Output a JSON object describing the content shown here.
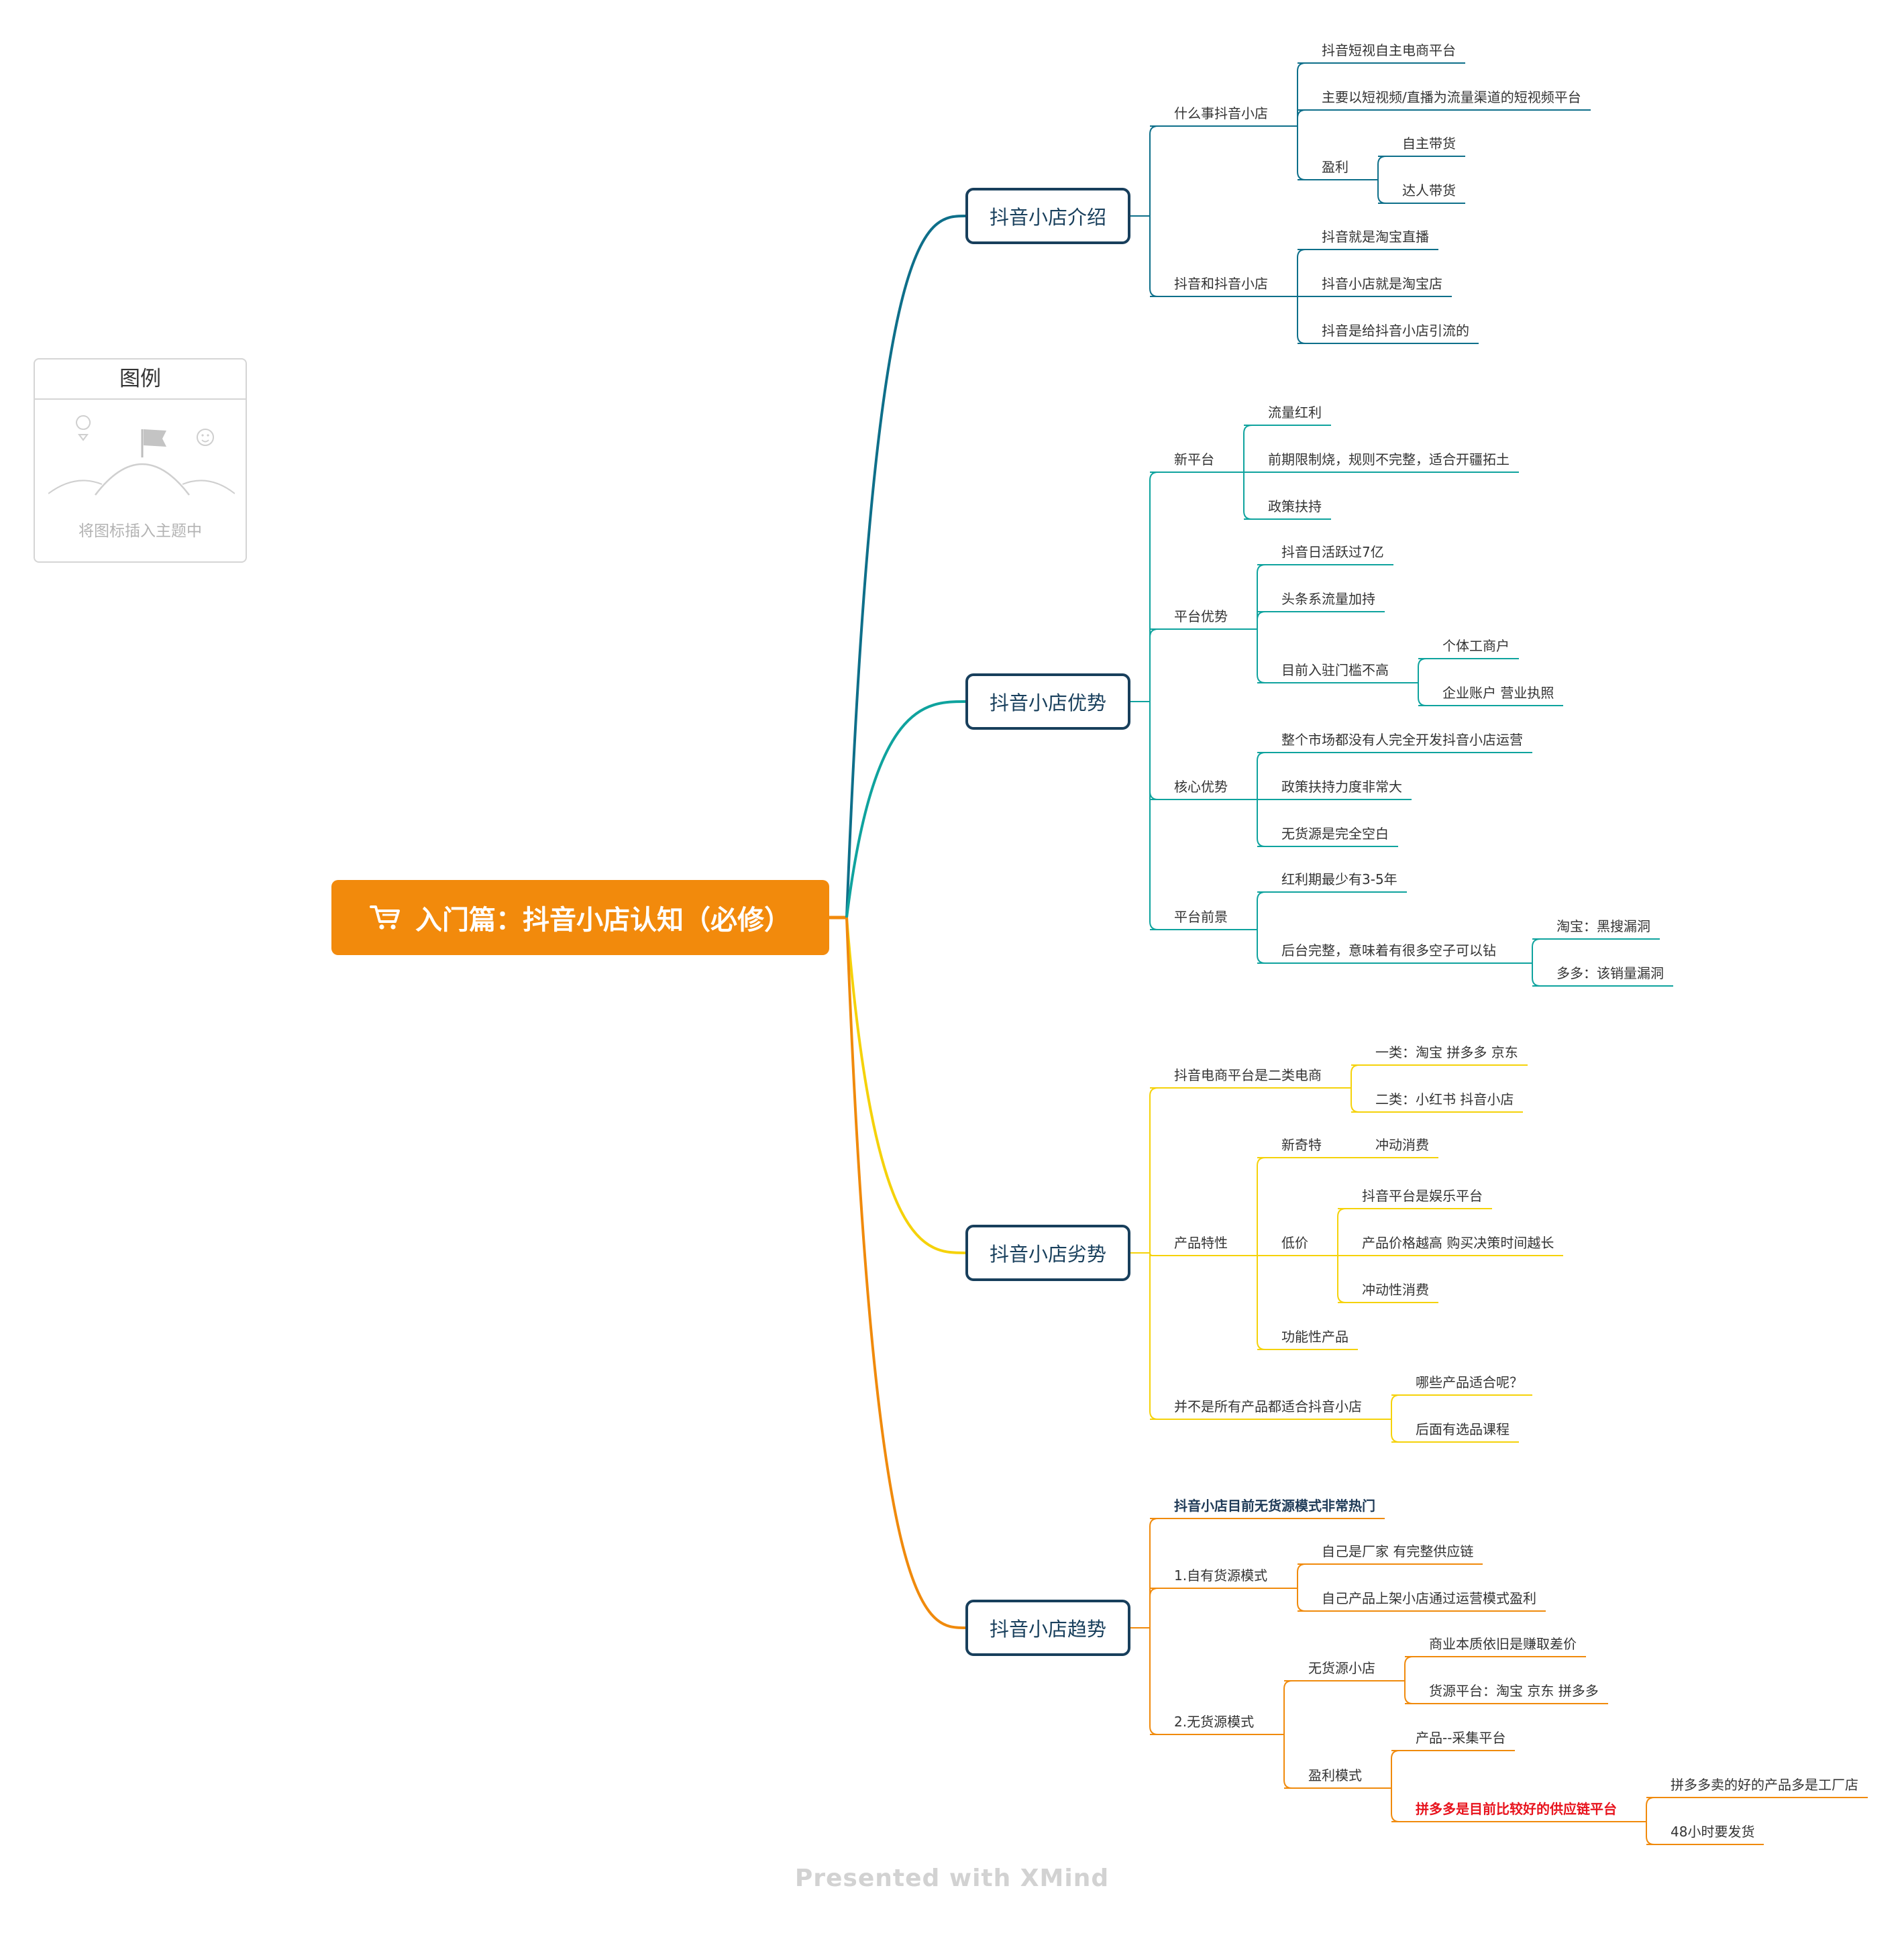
{
  "legend": {
    "title": "图例",
    "hint": "将图标插入主题中"
  },
  "watermark": "Presented with XMind",
  "root": {
    "label": "入门篇：抖音小店认知（必修）",
    "icon": "shopping-cart-icon",
    "color": "#f28a0c"
  },
  "branches": [
    {
      "label": "抖音小店介绍",
      "color": "#0e6f8a",
      "children": [
        {
          "label": "什么事抖音小店",
          "children": [
            {
              "label": "抖音短视自主电商平台"
            },
            {
              "label": "主要以短视频/直播为流量渠道的短视频平台"
            },
            {
              "label": "盈利",
              "children": [
                {
                  "label": "自主带货"
                },
                {
                  "label": "达人带货"
                }
              ]
            }
          ]
        },
        {
          "label": "抖音和抖音小店",
          "children": [
            {
              "label": "抖音就是淘宝直播"
            },
            {
              "label": "抖音小店就是淘宝店"
            },
            {
              "label": "抖音是给抖音小店引流的"
            }
          ]
        }
      ]
    },
    {
      "label": "抖音小店优势",
      "color": "#0fa39e",
      "children": [
        {
          "label": "新平台",
          "children": [
            {
              "label": "流量红利"
            },
            {
              "label": "前期限制烧，规则不完整，适合开疆拓土"
            },
            {
              "label": "政策扶持"
            }
          ]
        },
        {
          "label": "平台优势",
          "children": [
            {
              "label": "抖音日活跃过7亿"
            },
            {
              "label": "头条系流量加持"
            },
            {
              "label": "目前入驻门槛不高",
              "children": [
                {
                  "label": "个体工商户"
                },
                {
                  "label": "企业账户 营业执照"
                }
              ]
            }
          ]
        },
        {
          "label": "核心优势",
          "children": [
            {
              "label": "整个市场都没有人完全开发抖音小店运营"
            },
            {
              "label": "政策扶持力度非常大"
            },
            {
              "label": "无货源是完全空白"
            }
          ]
        },
        {
          "label": "平台前景",
          "children": [
            {
              "label": "红利期最少有3-5年"
            },
            {
              "label": "后台完整，意味着有很多空子可以钻",
              "children": [
                {
                  "label": "淘宝：黑搜漏洞"
                },
                {
                  "label": "多多：该销量漏洞"
                }
              ]
            }
          ]
        }
      ]
    },
    {
      "label": "抖音小店劣势",
      "color": "#f5d20a",
      "children": [
        {
          "label": "抖音电商平台是二类电商",
          "children": [
            {
              "label": "一类：淘宝 拼多多 京东"
            },
            {
              "label": "二类：小红书  抖音小店"
            }
          ]
        },
        {
          "label": "产品特性",
          "children": [
            {
              "label": "新奇特",
              "children": [
                {
                  "label": "冲动消费"
                }
              ]
            },
            {
              "label": "低价",
              "children": [
                {
                  "label": "抖音平台是娱乐平台"
                },
                {
                  "label": "产品价格越高  购买决策时间越长"
                },
                {
                  "label": "冲动性消费"
                }
              ]
            },
            {
              "label": "功能性产品"
            }
          ]
        },
        {
          "label": "并不是所有产品都适合抖音小店",
          "children": [
            {
              "label": "哪些产品适合呢？"
            },
            {
              "label": "后面有选品课程"
            }
          ]
        }
      ]
    },
    {
      "label": "抖音小店趋势",
      "color": "#f08a0c",
      "children": [
        {
          "label": "抖音小店目前无货源模式非常热门",
          "style": "bold"
        },
        {
          "label": "1.自有货源模式",
          "children": [
            {
              "label": "自己是厂家 有完整供应链"
            },
            {
              "label": "自己产品上架小店通过运营模式盈利"
            }
          ]
        },
        {
          "label": "2.无货源模式",
          "children": [
            {
              "label": "无货源小店",
              "children": [
                {
                  "label": "商业本质依旧是赚取差价"
                },
                {
                  "label": "货源平台：淘宝 京东 拼多多"
                }
              ]
            },
            {
              "label": "盈利模式",
              "children": [
                {
                  "label": "产品--采集平台"
                },
                {
                  "label": "拼多多是目前比较好的供应链平台",
                  "style": "red",
                  "children": [
                    {
                      "label": "拼多多卖的好的产品多是工厂店"
                    },
                    {
                      "label": "48小时要发货"
                    }
                  ]
                }
              ]
            }
          ]
        }
      ]
    }
  ]
}
